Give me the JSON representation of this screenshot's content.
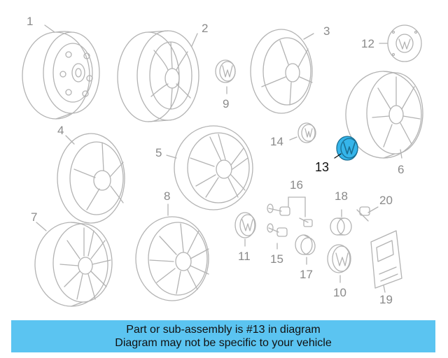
{
  "diagram": {
    "highlight_color": "#35b5ea",
    "part_labels": {
      "p1": "1",
      "p2": "2",
      "p3": "3",
      "p4": "4",
      "p5": "5",
      "p6": "6",
      "p7": "7",
      "p8": "8",
      "p9": "9",
      "p10": "10",
      "p11": "11",
      "p12": "12",
      "p13": "13",
      "p14": "14",
      "p15": "15",
      "p16": "16",
      "p17": "17",
      "p18": "18",
      "p19": "19",
      "p20": "20"
    }
  },
  "banner": {
    "background": "#5bc4f1",
    "line1": "Part or sub-assembly is #13 in diagram",
    "line2": "Diagram may not be specific to your vehicle"
  }
}
